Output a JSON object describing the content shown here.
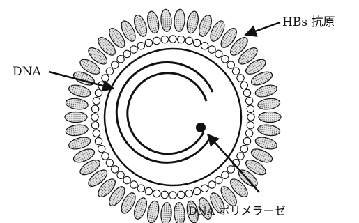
{
  "labels": {
    "hbs_antigen": "HBs 抗原",
    "dna": "DNA",
    "dna_polymerase": "DNA ポリメラーゼ"
  },
  "colors": {
    "ink": "#111111",
    "particle_fill": "#cfcfcf",
    "background": "#ffffff"
  }
}
